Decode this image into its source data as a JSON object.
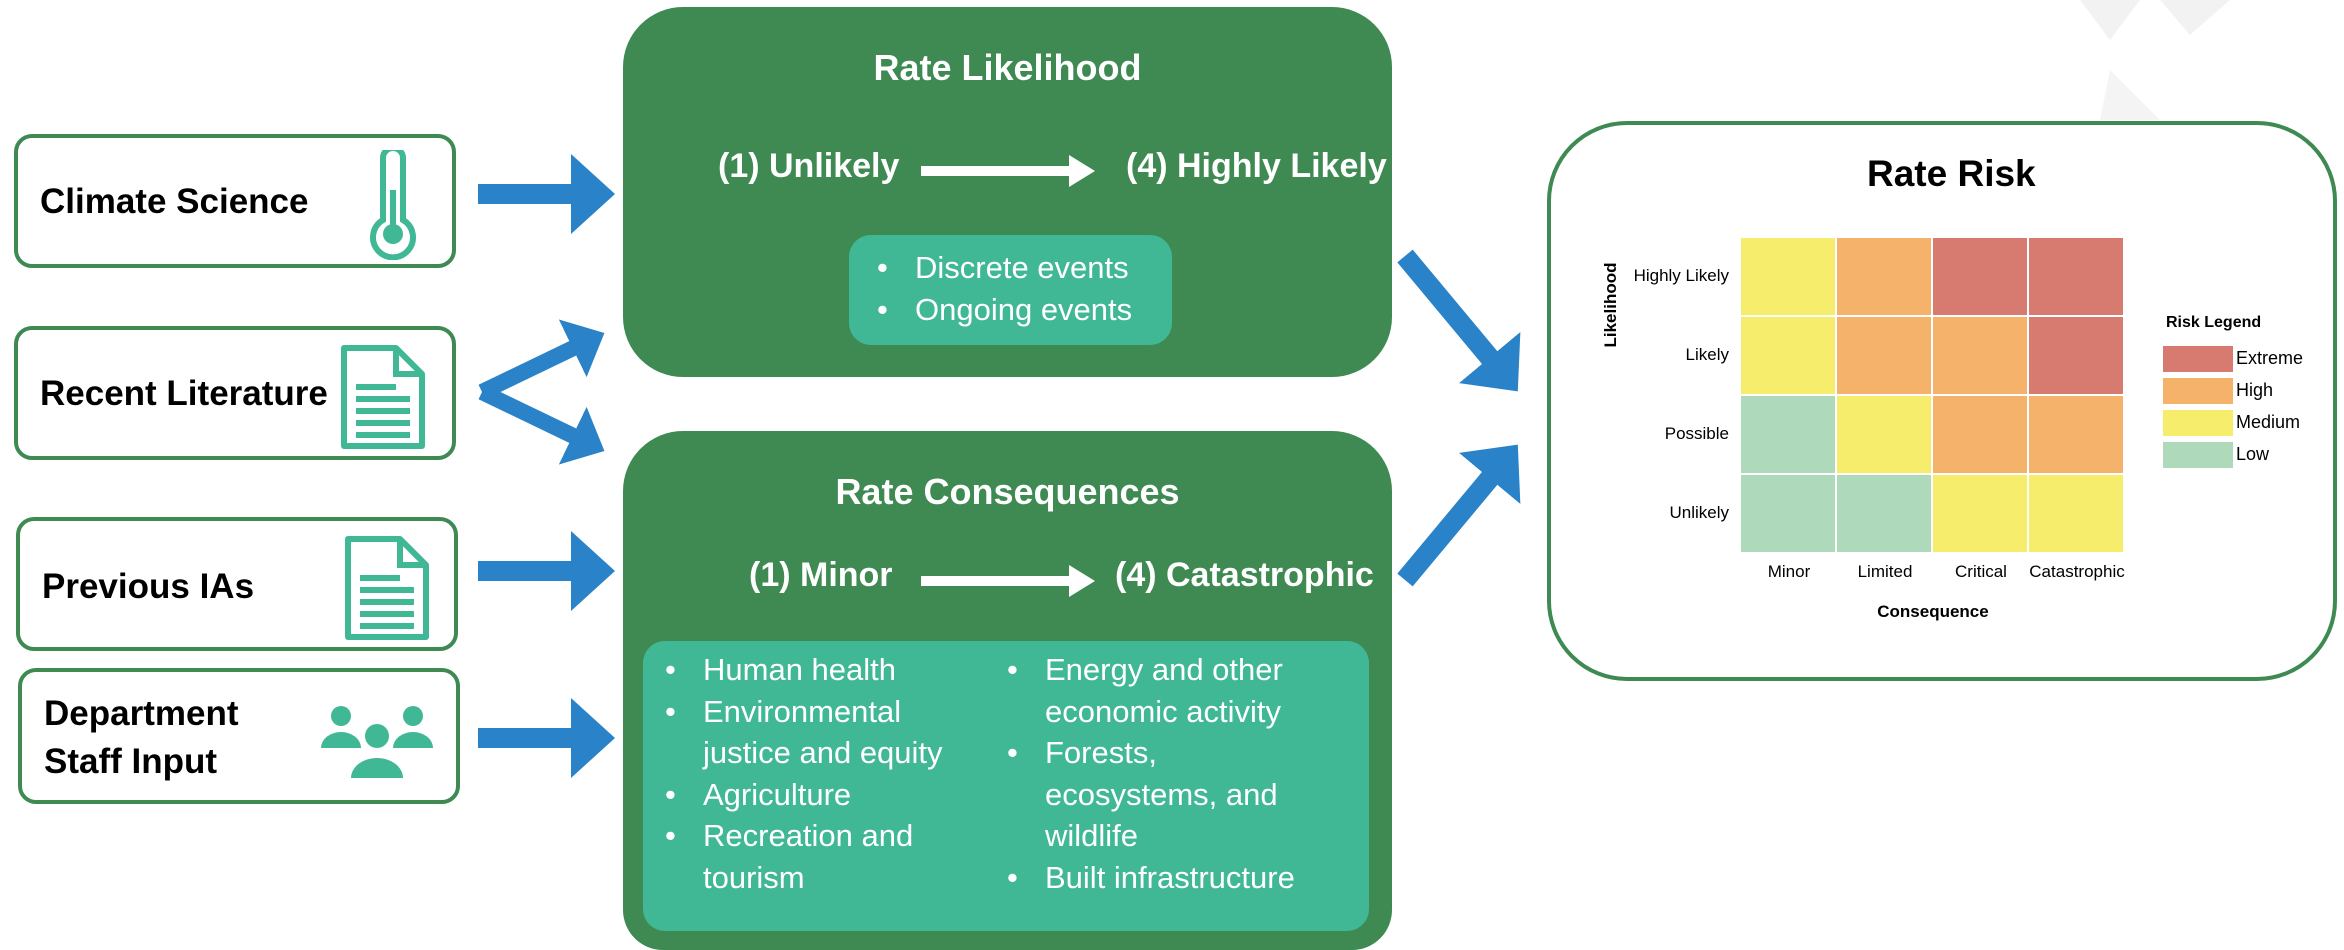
{
  "sources": [
    {
      "label": "Climate Science",
      "icon": "thermometer-icon"
    },
    {
      "label": "Recent Literature",
      "icon": "document-icon"
    },
    {
      "label": "Previous IAs",
      "icon": "document-icon"
    },
    {
      "label_line1": "Department",
      "label_line2": "Staff Input",
      "icon": "people-icon"
    }
  ],
  "likelihood": {
    "title": "Rate Likelihood",
    "scale_low": "(1) Unlikely",
    "scale_high": "(4) Highly Likely",
    "bullets": [
      "Discrete events",
      "Ongoing events"
    ]
  },
  "consequences": {
    "title": "Rate Consequences",
    "scale_low": "(1) Minor",
    "scale_high": "(4) Catastrophic",
    "bullets_left": [
      "Human health",
      "Environmental justice and equity",
      "Agriculture",
      "Recreation and tourism"
    ],
    "bullets_right": [
      "Energy and other economic activity",
      "Forests, ecosystems, and wildlife",
      "Built infrastructure"
    ]
  },
  "risk": {
    "title": "Rate Risk",
    "chart_data": {
      "type": "heatmap",
      "xlabel": "Consequence",
      "ylabel": "Likelihood",
      "x_categories": [
        "Minor",
        "Limited",
        "Critical",
        "Catastrophic"
      ],
      "y_categories": [
        "Highly Likely",
        "Likely",
        "Possible",
        "Unlikely"
      ],
      "cells": [
        [
          "Medium",
          "High",
          "Extreme",
          "Extreme"
        ],
        [
          "Medium",
          "High",
          "High",
          "Extreme"
        ],
        [
          "Low",
          "Medium",
          "High",
          "High"
        ],
        [
          "Low",
          "Low",
          "Medium",
          "Medium"
        ]
      ],
      "legend_title": "Risk Legend",
      "legend": [
        {
          "name": "Extreme",
          "color": "#d77b70"
        },
        {
          "name": "High",
          "color": "#f5b26b"
        },
        {
          "name": "Medium",
          "color": "#f5ed6b"
        },
        {
          "name": "Low",
          "color": "#aed9bb"
        }
      ]
    }
  },
  "colors": {
    "panel_green": "#3e8a52",
    "teal": "#40b895",
    "arrow_blue": "#2a83c8"
  }
}
